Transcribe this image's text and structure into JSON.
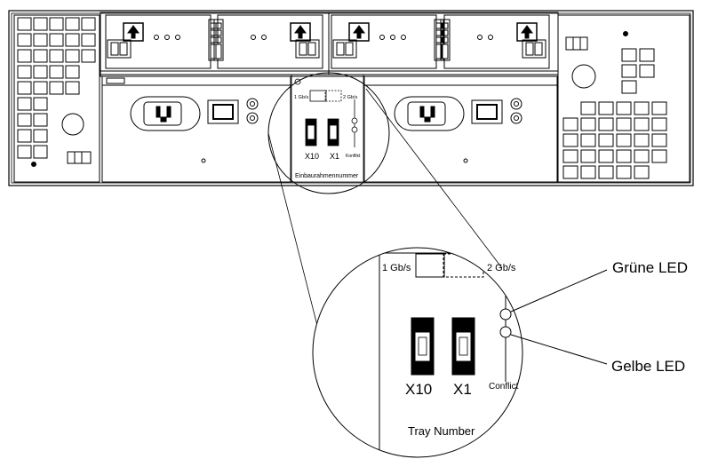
{
  "enclosure": {
    "small_labels": {
      "speed_1g": "1 Gb/s",
      "speed_2g": "2 Gb/s",
      "conflict": "Konflikt",
      "x10": "X10",
      "x1": "X1",
      "tray_number": "Einbaurahmennummer"
    }
  },
  "detail": {
    "speed_1g": "1 Gb/s",
    "speed_2g": "2 Gb/s",
    "x10": "X10",
    "x1": "X1",
    "conflict": "Conflict",
    "tray_number": "Tray Number"
  },
  "callouts": {
    "green_led": "Grüne LED",
    "yellow_led": "Gelbe LED"
  }
}
